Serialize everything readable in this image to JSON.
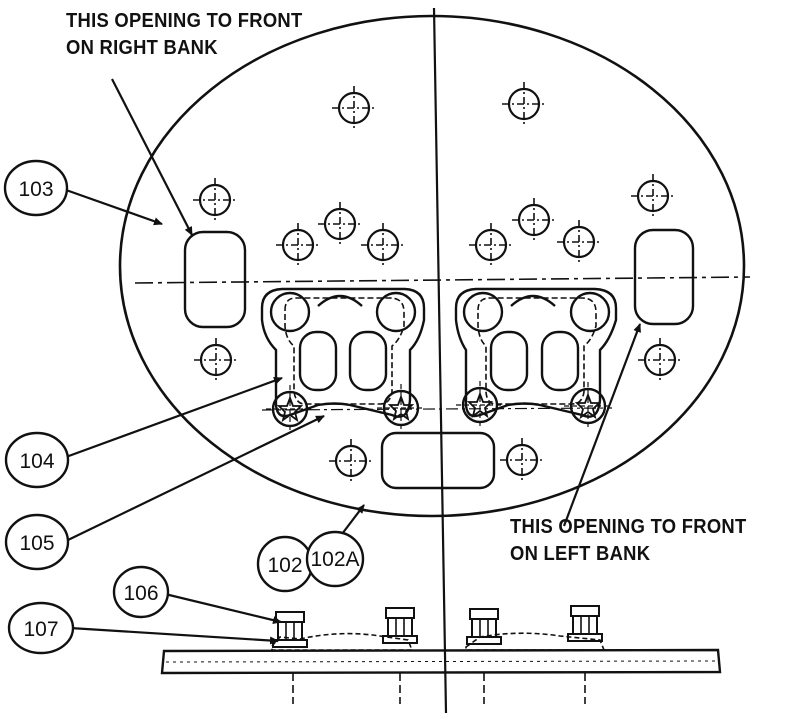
{
  "notes": {
    "right_bank": [
      "THIS OPENING TO FRONT",
      "ON RIGHT BANK"
    ],
    "left_bank": [
      "THIS OPENING TO FRONT",
      "ON LEFT BANK"
    ]
  },
  "callouts": {
    "c103": "103",
    "c104": "104",
    "c105": "105",
    "c102": "102",
    "c102a": "102A",
    "c106": "106",
    "c107": "107"
  },
  "colors": {
    "ink": "#111111",
    "background": "#ffffff"
  }
}
